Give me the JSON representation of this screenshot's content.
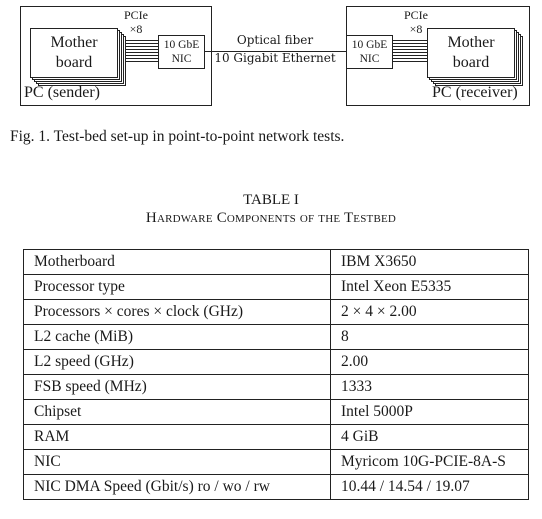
{
  "figure": {
    "sender": {
      "motherboard_line1": "Mother",
      "motherboard_line2": "board",
      "pcie_line1": "PCIe",
      "pcie_line2": "×8",
      "nic_line1": "10 GbE",
      "nic_line2": "NIC",
      "caption": "PC (sender)"
    },
    "receiver": {
      "motherboard_line1": "Mother",
      "motherboard_line2": "board",
      "pcie_line1": "PCIe",
      "pcie_line2": "×8",
      "nic_line1": "10 GbE",
      "nic_line2": "NIC",
      "caption": "PC (receiver)"
    },
    "link_line1": "Optical fiber",
    "link_line2": "10 Gigabit Ethernet",
    "caption": "Fig. 1.   Test-bed set-up in point-to-point network tests."
  },
  "table": {
    "title": "TABLE I",
    "subtitle": "Hardware Components of the Testbed",
    "rows": [
      {
        "component": "Motherboard",
        "value": "IBM X3650"
      },
      {
        "component": "Processor type",
        "value": "Intel Xeon E5335"
      },
      {
        "component": "Processors × cores × clock (GHz)",
        "value": "2 × 4 × 2.00"
      },
      {
        "component": "L2 cache (MiB)",
        "value": "8"
      },
      {
        "component": "L2 speed (GHz)",
        "value": "2.00"
      },
      {
        "component": "FSB speed (MHz)",
        "value": "1333"
      },
      {
        "component": "Chipset",
        "value": "Intel 5000P"
      },
      {
        "component": "RAM",
        "value": "4 GiB"
      },
      {
        "component": "NIC",
        "value": "Myricom 10G-PCIE-8A-S"
      },
      {
        "component": "NIC DMA Speed (Gbit/s) ro / wo / rw",
        "value": "10.44 / 14.54 / 19.07"
      }
    ]
  }
}
